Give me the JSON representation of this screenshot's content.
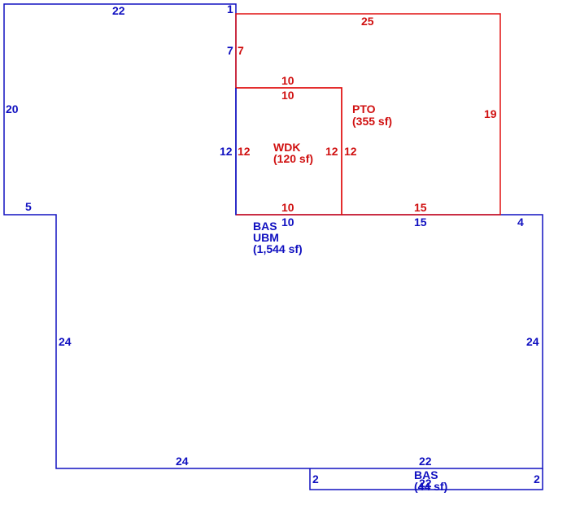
{
  "colors": {
    "blue": "#1010c0",
    "red": "#e01010",
    "background": "#ffffff"
  },
  "areas": {
    "bas_main": {
      "code1": "BAS",
      "code2": "UBM",
      "area": "(1,544 sf)"
    },
    "pto": {
      "code": "PTO",
      "area": "(355 sf)"
    },
    "wdk": {
      "code": "WDK",
      "area": "(120 sf)"
    },
    "bas_small": {
      "code": "BAS",
      "area": "(44 sf)"
    }
  },
  "dimensions": {
    "bas_top": "22",
    "bas_notch": "1",
    "bas_upper_left": "20",
    "bas_step_left": "5",
    "bas_lower_left": "24",
    "bas_lower_bottom": "24",
    "bas_bottom_right": "22",
    "bas_right": "24",
    "bas_step_right": "4",
    "bas_mid_15": "15",
    "bas_mid_10": "10",
    "bas_inner_12": "12",
    "bas_inner_7": "7",
    "pto_top": "25",
    "pto_right": "19",
    "pto_left_7": "7",
    "pto_bottom_15": "15",
    "wdk_top_outer": "10",
    "wdk_top_inner": "10",
    "wdk_left": "12",
    "wdk_right_inner": "12",
    "wdk_right_outer": "12",
    "wdk_bottom": "10",
    "small_left": "2",
    "small_right": "2",
    "small_bottom": "22"
  }
}
